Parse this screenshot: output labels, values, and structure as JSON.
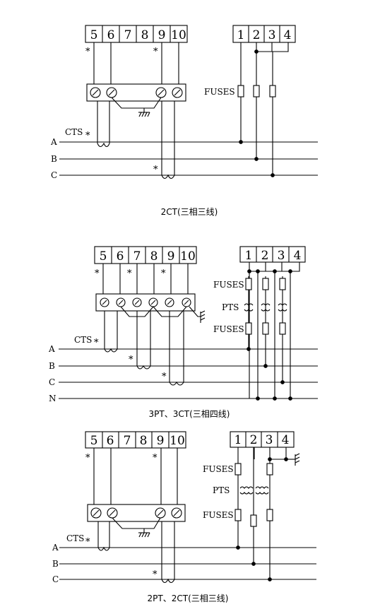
{
  "diagrams": [
    {
      "caption": "2CT(三相三线)",
      "meter_terminals": [
        "5",
        "6",
        "7",
        "8",
        "9",
        "10"
      ],
      "voltage_terminals": [
        "1",
        "2",
        "3",
        "4"
      ],
      "fuses_label": "FUSES",
      "cts_label": "CTS",
      "phases": [
        "A",
        "B",
        "C"
      ],
      "polarity_mark": "*"
    },
    {
      "caption": "3PT、3CT(三相四线)",
      "meter_terminals": [
        "5",
        "6",
        "7",
        "8",
        "9",
        "10"
      ],
      "voltage_terminals": [
        "1",
        "2",
        "3",
        "4"
      ],
      "fuses_label_top": "FUSES",
      "pts_label": "PTS",
      "fuses_label_bottom": "FUSES",
      "cts_label": "CTS",
      "phases": [
        "A",
        "B",
        "C",
        "N"
      ],
      "polarity_mark": "*"
    },
    {
      "caption": "2PT、2CT(三相三线)",
      "meter_terminals": [
        "5",
        "6",
        "7",
        "8",
        "9",
        "10"
      ],
      "voltage_terminals": [
        "1",
        "2",
        "3",
        "4"
      ],
      "fuses_label_top": "FUSES",
      "pts_label": "PTS",
      "fuses_label_bottom": "FUSES",
      "cts_label": "CTS",
      "phases": [
        "A",
        "B",
        "C"
      ],
      "polarity_mark": "*"
    }
  ]
}
